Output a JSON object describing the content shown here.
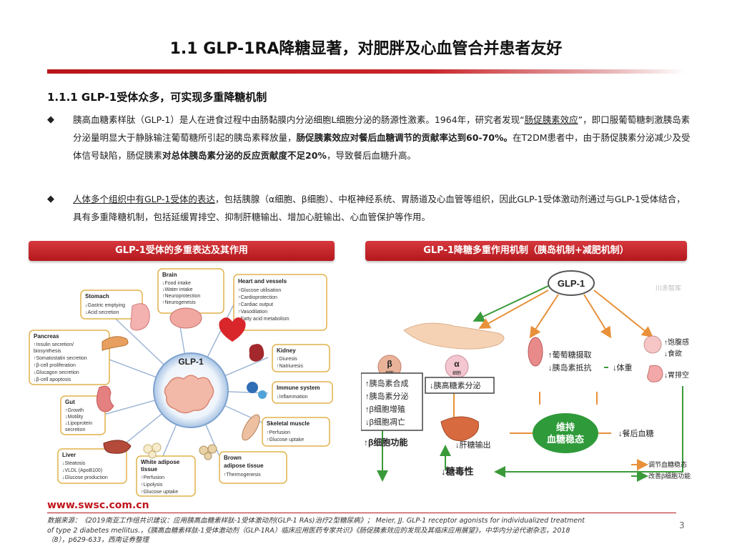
{
  "title": "1.1 GLP-1RA降糖显著，对肥胖及心血管合并患者友好",
  "section_heading": "1.1.1 GLP-1受体众多，可实现多重降糖机制",
  "bullets": [
    {
      "marker": "◆",
      "p1": "胰高血糖素样肽（GLP-1）是人在进食过程中由肠黏膜内分泌细胞L细胞分泌的肠源性激素。1964年，研究者发现“",
      "p2": "肠促胰素效应",
      "p3": "”，即口服葡萄糖刺激胰岛素分泌量明显大于静脉输注葡萄糖所引起的胰岛素释放量，",
      "p4": "肠促胰素效应对餐后血糖调节的贡献率达到60-70%。",
      "p5": "在T2DM患者中，由于肠促胰素分泌减少及受体信号缺陷，肠促胰素",
      "p6": "对总体胰岛素分泌的反应贡献度不足20%",
      "p7": "，导致餐后血糖升高。"
    },
    {
      "marker": "◆",
      "p1": "人体多个组织中有GLP-1受体的表达",
      "p2": "，包括胰腺（α细胞、β细胞）、中枢神经系统、胃肠道及心血管等组织，因此GLP-1受体激动剂通过与GLP-1受体结合，具有多重降糖机制，包括延缓胃排空、抑制肝糖输出、增加心脏输出、心血管保护等作用。"
    }
  ],
  "left_panel": {
    "header": "GLP-1受体的多重表达及其作用",
    "center_label": "GLP-1",
    "organs": [
      {
        "name": "Brain",
        "lines": [
          "↓Food intake",
          "↓Water intake",
          "↑Neuroprotection",
          "↑Neurogenesis"
        ]
      },
      {
        "name": "Heart and vessels",
        "lines": [
          "↑Glucose utilisation",
          "↑Cardioprotection",
          "↑Cardiac output",
          "↑Vasodilation",
          "↓Fatty acid metabolism"
        ]
      },
      {
        "name": "Stomach",
        "lines": [
          "↓Gastric emptying",
          "↓Acid secretion"
        ]
      },
      {
        "name": "Pancreas",
        "lines": [
          "↑Insulin secretion/",
          "biosynthesis",
          "↑Somatostatin secretion",
          "↑β-cell proliferation",
          "↓Glucagon secretion",
          "↓β-cell apoptosis"
        ]
      },
      {
        "name": "Kidney",
        "lines": [
          "↑Diuresis",
          "↑Natriuresis"
        ]
      },
      {
        "name": "Immune system",
        "lines": [
          "↓Inflammation"
        ]
      },
      {
        "name": "Gut",
        "lines": [
          "↑Growth",
          "↓Motility",
          "↓Lipoprotein",
          "secretion"
        ]
      },
      {
        "name": "Skeletal muscle",
        "lines": [
          "↑Perfusion",
          "↑Glucose uptake"
        ]
      },
      {
        "name": "Liver",
        "lines": [
          "↓Steatosis",
          "↓VLDL (ApoB100)",
          "↓Glucose production"
        ]
      },
      {
        "name": "White adipose",
        "lines": [
          "tissue",
          "↑Perfusion",
          "↑Lipolysis",
          "↑Glucose uptake"
        ]
      },
      {
        "name": "Brown",
        "lines": [
          "adipose tissue",
          "↑Thermogenesis"
        ]
      }
    ]
  },
  "right_panel": {
    "header": "GLP-1降糖多重作用机制（胰岛机制+减肥机制）",
    "glp1": "GLP-1",
    "beta": "β",
    "beta_sub": "细胞",
    "alpha": "α",
    "alpha_sub": "细胞",
    "beta_effects": [
      "胰岛素合成",
      "胰岛素分泌",
      "β细胞增殖",
      "β细胞凋亡"
    ],
    "alpha_effect": "胰高糖素分泌",
    "beta_function": "β细胞功能",
    "liver_effect": "肝糖输出",
    "muscle_effects": [
      "葡萄糖摄取",
      "胰岛素抵抗"
    ],
    "weight": "体重",
    "appetite": [
      "饱腹感",
      "食欲"
    ],
    "gastric": "胃排空",
    "center_line1": "维持",
    "center_line2": "血糖稳态",
    "postprandial": "餐后血糖",
    "toxicity": "糖毒性",
    "legend": [
      "调节血糖稳态",
      "改善β细胞功能"
    ],
    "watermark": "川赤智库"
  },
  "colors": {
    "accent_red": "#b8161b",
    "green_arrow": "#3a9a3a",
    "orange_arrow": "#e8913a"
  },
  "website": "www.swsc.com.cn",
  "source": {
    "s1": "数据来源：《2019南亚工作组共识建议：应用胰高血糖素样肽-1受体激动剂(GLP-1 RAs)治疗2型糖尿病》； Meier, JJ. GLP-1 receptor agonists for individualized treatment",
    "s2": "of type 2 diabetes mellitus.，《胰高血糖素样肽-1受体激动剂（GLP-1RA）临床应用医药专家共识》《肠促胰素效应的发现及其临床应用展望》，中华内分泌代谢杂志，2018",
    "s3": "（8），p629-633，西南证券整理"
  },
  "page_number": "3"
}
